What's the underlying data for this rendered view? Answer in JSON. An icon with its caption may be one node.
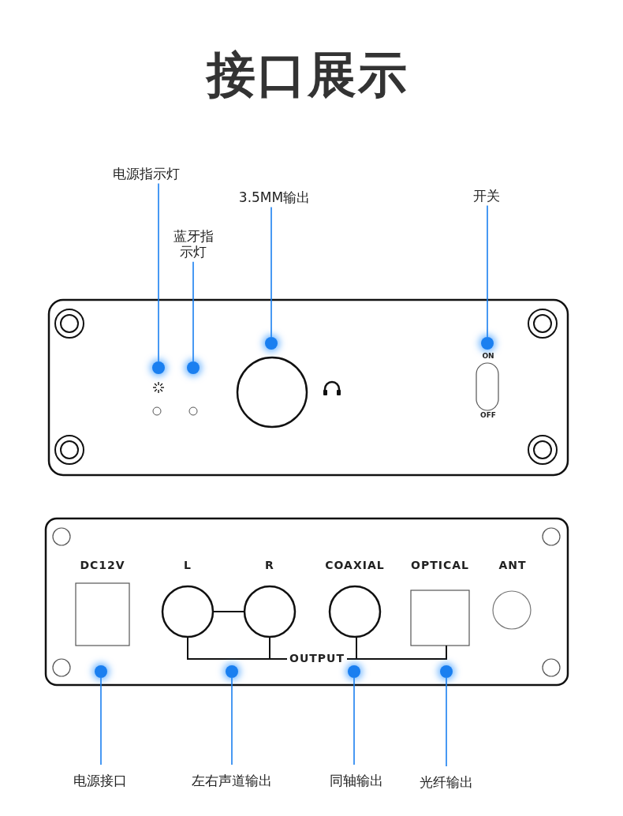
{
  "diagram": {
    "title": "接口展示",
    "nodes": [
      {
        "text": [
          "电源指示灯"
        ]
      },
      {
        "text": [
          "蓝牙指示灯"
        ]
      },
      {
        "text": [
          "3.5MM输出"
        ]
      },
      {
        "text": [
          "开关"
        ]
      },
      {
        "text": [],
        "shape": "circle"
      },
      {
        "text": [],
        "shape": "circle"
      },
      {
        "text": [],
        "shape": "circle"
      },
      {
        "text": [],
        "shape": "circle"
      },
      {
        "text": [],
        "shape": "circle"
      },
      {
        "text": [],
        "shape": "circle"
      },
      {
        "text": [],
        "shape": "circle"
      },
      {
        "text": [],
        "shape": "circle"
      },
      {
        "text": [
          "电源接口"
        ]
      },
      {
        "text": [
          "左右声道输出"
        ]
      },
      {
        "text": [
          "同轴输出"
        ]
      },
      {
        "text": [
          "光纤输出"
        ]
      }
    ],
    "edges": [
      {
        "from": 0,
        "to": 4,
        "arrow": "none"
      },
      {
        "from": 1,
        "to": 5,
        "arrow": "none"
      },
      {
        "from": 2,
        "to": 6,
        "arrow": "none"
      },
      {
        "from": 3,
        "to": 7,
        "arrow": "none"
      },
      {
        "from": 12,
        "to": 8,
        "arrow": "none"
      },
      {
        "from": 13,
        "to": 9,
        "arrow": "none"
      },
      {
        "from": 14,
        "to": 10,
        "arrow": "none"
      },
      {
        "from": 15,
        "to": 11,
        "arrow": "none"
      }
    ],
    "labels": [
      "ON",
      "OFF",
      "DC12V",
      "L",
      "R",
      "COAXIAL",
      "OPTICAL",
      "ANT",
      "OUTPUT"
    ]
  }
}
